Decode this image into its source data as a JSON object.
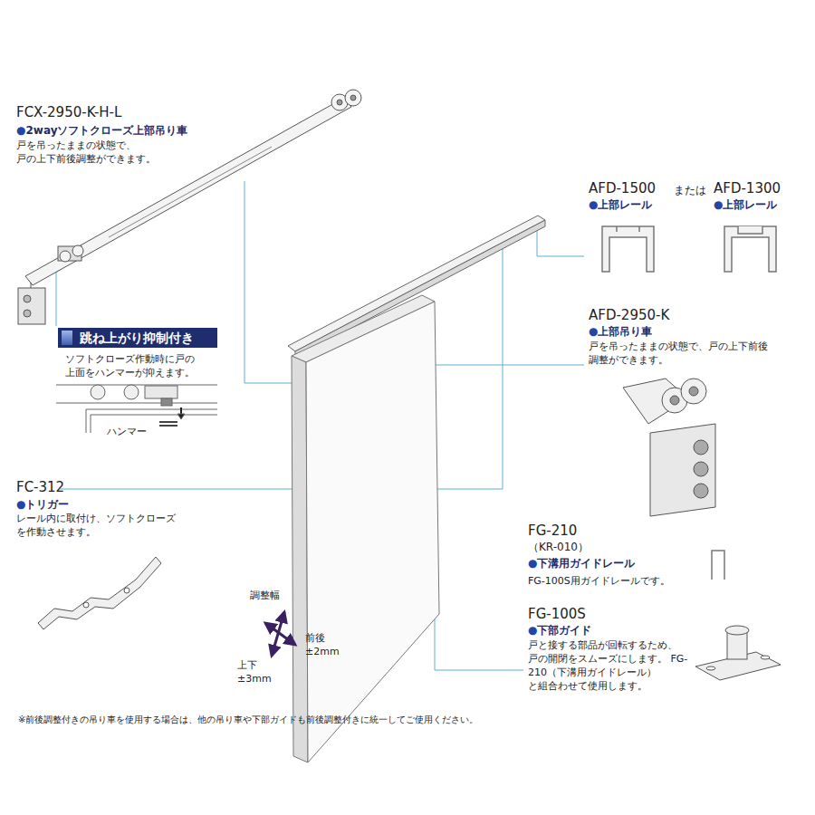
{
  "diagram": {
    "nodes": [
      {
        "text": [
          "跳ね上がり抑制付き"
        ]
      }
    ],
    "labels": [
      "FCX-2950-K-H-L",
      "●2wayソフトクローズ上部吊り車",
      "戸を吊ったままの状態で、 戸の上下前後調整ができます。",
      "ソフトクローズ作動時に戸の 上面をハンマーが抑えます。",
      "ハンマー",
      "AFD-1500",
      "または",
      "AFD-1300",
      "●上部レール",
      "●上部レール",
      "AFD-2950-K",
      "●上部吊り車",
      "戸を吊ったままの状態で、戸の上下前後 調整ができます。",
      "FC-312",
      "●トリガー",
      "レール内に取付け、ソフトクローズ を作動させます。",
      "FG-210",
      "（KR-010）",
      "●下溝用ガイドレール",
      "FG-100S用ガイドレールです。",
      "FG-100S",
      "●下部ガイド",
      "戸と接する部品が回転するため、 戸の開閉をスムーズにします。 FG-210（下溝用ガイドレール） と組合わせて使用します。",
      "調整幅",
      "前後 ±2mm",
      "上下 ±3mm",
      "※前後調整付きの吊り車を使用する場合は、他の吊り車や下部ガイドも前後調整付きに統一してご使用ください。"
    ]
  }
}
